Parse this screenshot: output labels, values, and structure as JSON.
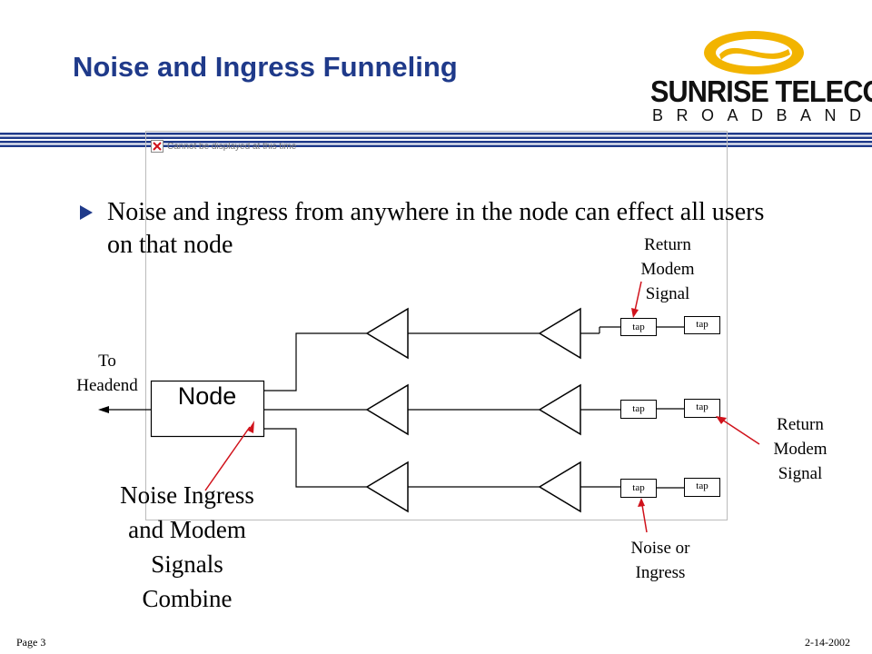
{
  "slide": {
    "title": "Noise and Ingress Funneling",
    "bullet": "Noise and ingress from anywhere in the node can effect all users on that node",
    "footer_page": "Page 3",
    "footer_date": "2-14-2002"
  },
  "logo": {
    "name": "SUNRISE TELECOM",
    "sub": "BROADBAND",
    "color_swoosh": "#f2b400"
  },
  "header": {
    "stripe_color": "#1f3a8a"
  },
  "image_placeholder": {
    "broken_text": "Cannot be displayed at this time"
  },
  "diagram": {
    "node_label": "Node",
    "to_headend": [
      "To",
      "Headend"
    ],
    "return_modem_top": [
      "Return",
      "Modem",
      "Signal"
    ],
    "return_modem_right": [
      "Return",
      "Modem",
      "Signal"
    ],
    "noise_ingress_combine": [
      "Noise Ingress",
      "and Modem",
      "Signals",
      "Combine"
    ],
    "noise_or_ingress": [
      "Noise or",
      "Ingress"
    ],
    "tap_label": "tap",
    "arrow_color": "#d0121b"
  }
}
